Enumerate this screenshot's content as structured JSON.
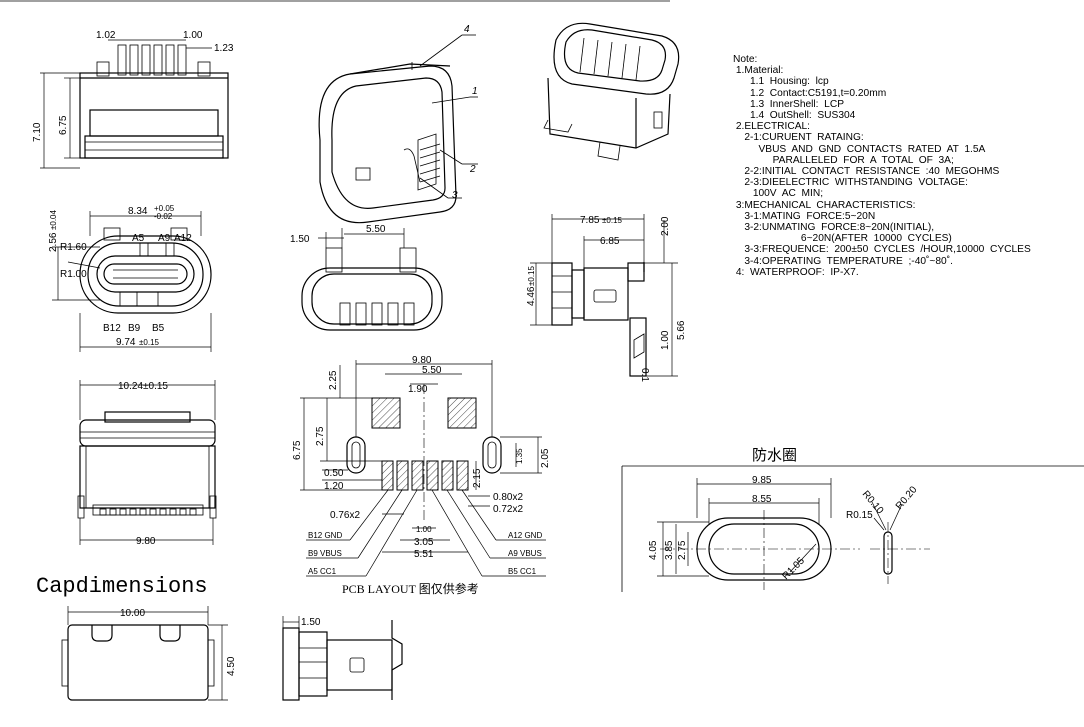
{
  "notes": {
    "lines": [
      "Note:",
      " 1.Material:",
      "      1.1  Housing:  lcp",
      "      1.2  Contact:C5191,t=0.20mm",
      "      1.3  InnerShell:  LCP",
      "      1.4  OutShell:  SUS304",
      " 2.ELECTRICAL:",
      "    2-1:CURUENT  RATAING:",
      "         VBUS  AND  GND  CONTACTS  RATED  AT  1.5A",
      "              PARALLELED  FOR  A  TOTAL  OF  3A;",
      "    2-2:INITIAL  CONTACT  RESISTANCE  :40  MEGOHMS",
      "    2-3:DIEELECTRIC  WITHSTANDING  VOLTAGE:",
      "       100V  AC  MIN;",
      " 3:MECHANICAL  CHARACTERISTICS:",
      "    3-1:MATING  FORCE:5~20N",
      "    3-2:UNMATING  FORCE:8~20N(INITIAL),",
      "                        6~20N(AFTER  10000  CYCLES)",
      "    3-3:FREQUENCE:  200±50  CYCLES  /HOUR,10000  CYCLES",
      "    3-4:OPERATING  TEMPERATURE  ;-40˚~80˚.",
      " 4:  WATERPROOF:  IP-X7."
    ]
  },
  "cap_title": "Capdimensions",
  "pcb_caption": "PCB LAYOUT 图仅供参考",
  "ring_title": "防水圈",
  "dims": {
    "top_front": {
      "w1": "1.02",
      "w2": "1.00",
      "w3": "1.23",
      "h1": "7.10",
      "h2": "6.75"
    },
    "front": {
      "w": "8.34",
      "w_tol_up": "+0.05",
      "w_tol_dn": "-0.02",
      "h": "2.56",
      "h_tol": "±0.04",
      "r1": "R1.60",
      "r2": "R1.00",
      "pin_a5": "A5",
      "pin_a9": "A9",
      "pin_a12": "A12",
      "pin_b12": "B12",
      "pin_b9": "B9",
      "pin_b5": "B5",
      "w_total": "9.74",
      "w_total_tol": "±0.15"
    },
    "small_front": {
      "w1": "1.50",
      "w2": "5.50"
    },
    "side": {
      "w1": "7.85",
      "w1_tol": "±0.15",
      "w2": "6.85",
      "h1": "2.00",
      "h2": "4.46",
      "h2_tol": "±0.15",
      "h3": "5.66",
      "h4": "1.00",
      "flat": "0.1"
    },
    "bottom": {
      "w_top": "10.24±0.15",
      "w_bottom": "9.80"
    },
    "pcb": {
      "w_total": "9.80",
      "w_mid": "5.50",
      "w_center": "1.90",
      "h1": "2.25",
      "h2": "2.75",
      "h3": "6.75",
      "slot_w": "0.50",
      "slot_l": "1.20",
      "r1": "1.35",
      "r2": "2.05",
      "pad_l": "2.15",
      "p_080": "0.80x2",
      "p_072": "0.72x2",
      "p_076": "0.76x2",
      "p_100": "1.00",
      "p_305": "3.05",
      "p_551": "5.51",
      "b12": "B12 GND",
      "b9": "B9  VBUS",
      "a5": "A5  CC1",
      "a12": "A12 GND",
      "a9": "A9  VBUS",
      "b5": "B5  CC1"
    },
    "cap_front": {
      "w": "10.00",
      "h": "4.50"
    },
    "cap_side": {
      "w": "1.50"
    },
    "ring": {
      "w1": "9.85",
      "w2": "8.55",
      "h1": "4.05",
      "h2": "3.85",
      "h3": "2.75",
      "r_inner": "R1.05",
      "r_a": "R0.10",
      "r_b": "R0.20",
      "r_c": "R0.15"
    },
    "iso_labels": {
      "c1": "1",
      "c2": "2",
      "c3": "3",
      "c4": "4"
    }
  }
}
